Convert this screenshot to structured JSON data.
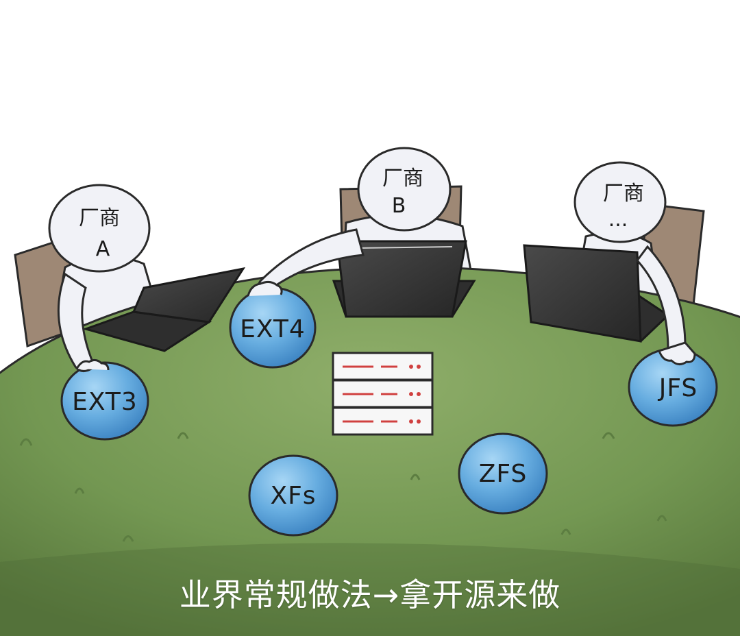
{
  "vendors": [
    {
      "name": "厂商",
      "tag": "A"
    },
    {
      "name": "厂商",
      "tag": "B"
    },
    {
      "name": "厂商",
      "tag": "..."
    }
  ],
  "balls": [
    {
      "label": "EXT3"
    },
    {
      "label": "EXT4"
    },
    {
      "label": "JFS"
    },
    {
      "label": "XFs"
    },
    {
      "label": "ZFS"
    }
  ],
  "caption": "业界常规做法→拿开源来做",
  "colors": {
    "table": "#6f944f",
    "ball": "#68aee0",
    "laptop": "#3b3b3b",
    "chair": "#9e8875",
    "accent": "#d0403f"
  }
}
